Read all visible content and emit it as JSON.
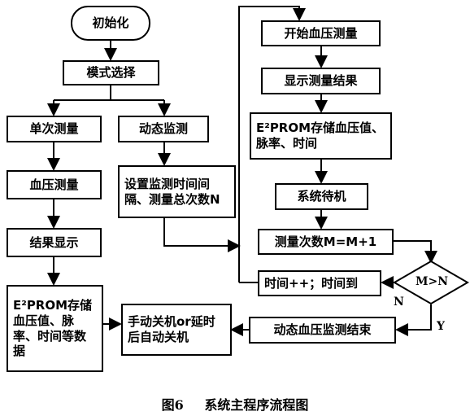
{
  "nodes": {
    "init": "初始化",
    "mode_select": "模式选择",
    "single": "单次测量",
    "dynamic": "动态监测",
    "bp_measure": "血压测量",
    "set_interval": "设置监测时间间隔、测量总次数N",
    "result_show": "结果显示",
    "eeprom_left": "E²PROM存储血压值、脉率、时间等数据",
    "shutdown": "手动关机or延时后自动关机",
    "start_bp": "开始血压测量",
    "show_result": "显示测量结果",
    "eeprom_right": "E²PROM存储血压值、脉率、时间",
    "standby": "系统待机",
    "count": "测量次数M=M+1",
    "time": "时间++；时间到",
    "decision": "M>N",
    "end_dynamic": "动态血压监测结束"
  },
  "labels": {
    "n": "N",
    "y": "Y"
  },
  "caption": {
    "fig": "图6",
    "title": "系统主程序流程图"
  }
}
